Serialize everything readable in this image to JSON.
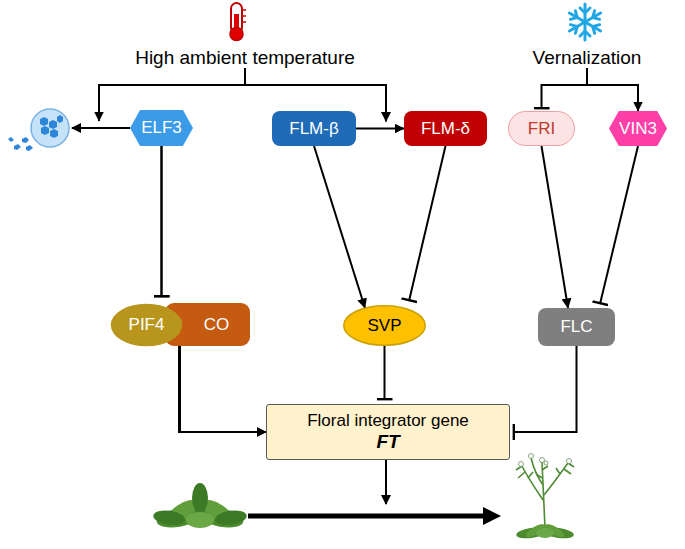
{
  "diagram": {
    "nodes": [
      {
        "text": [
          "High ambient temperature"
        ]
      },
      {
        "text": [
          "Vernalization"
        ]
      },
      {
        "text": [
          "ELF3"
        ]
      },
      {
        "text": [
          "FLM-β"
        ]
      },
      {
        "text": [
          "FLM-δ"
        ]
      },
      {
        "text": [
          "FRI"
        ]
      },
      {
        "text": [
          "VIN3"
        ]
      },
      {
        "text": [
          "PIF4"
        ]
      },
      {
        "text": [
          "CO"
        ]
      },
      {
        "text": [
          "SVP"
        ]
      },
      {
        "text": [
          "FLC"
        ]
      },
      {
        "text": [
          "Floral integrator gene",
          "FT"
        ]
      }
    ],
    "edges": [
      {
        "from": 0,
        "to": 2,
        "arrow": "to"
      },
      {
        "from": 0,
        "to": 4,
        "arrow": "to"
      },
      {
        "from": 1,
        "to": 5,
        "arrow": "to"
      },
      {
        "from": 1,
        "to": 6,
        "arrow": "to"
      },
      {
        "from": 3,
        "to": 4,
        "arrow": "to"
      },
      {
        "from": 2,
        "to": 7,
        "arrow": "to"
      },
      {
        "from": 2,
        "to": 8,
        "arrow": "to"
      },
      {
        "from": 3,
        "to": 9,
        "arrow": "to"
      },
      {
        "from": 4,
        "to": 9,
        "arrow": "to"
      },
      {
        "from": 5,
        "to": 10,
        "arrow": "to"
      },
      {
        "from": 6,
        "to": 10,
        "arrow": "to"
      },
      {
        "from": 7,
        "to": 11,
        "arrow": "to"
      },
      {
        "from": 8,
        "to": 11,
        "arrow": "to"
      },
      {
        "from": 9,
        "to": 11,
        "arrow": "to"
      },
      {
        "from": 10,
        "to": 11,
        "arrow": "to"
      }
    ]
  }
}
